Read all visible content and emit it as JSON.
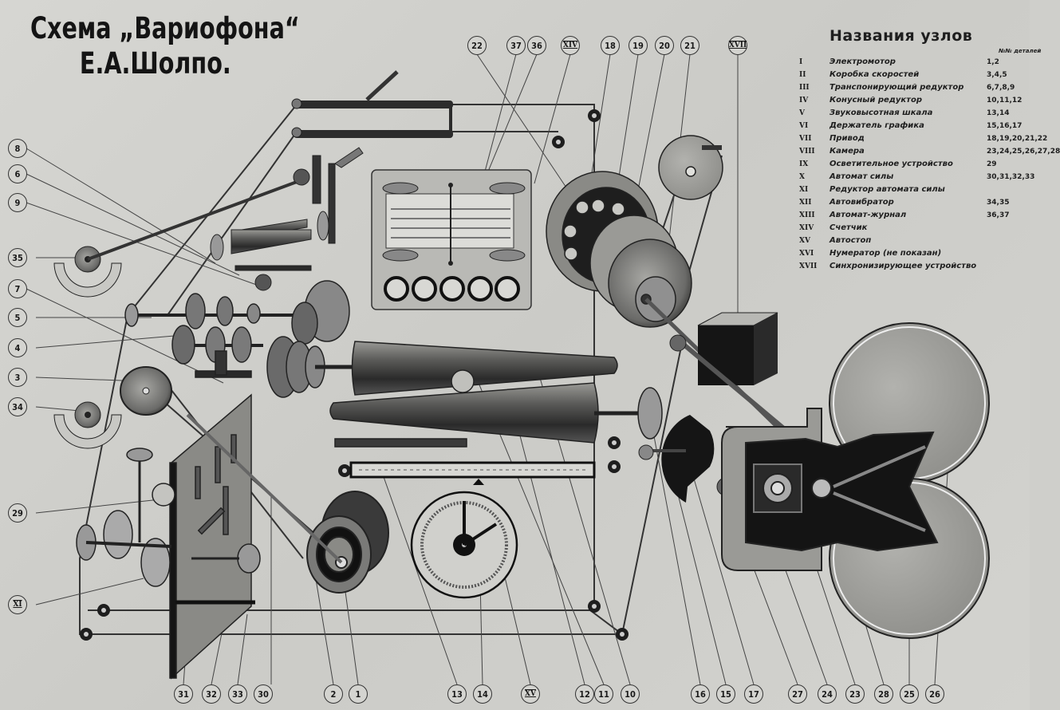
{
  "title": {
    "line1": "Схема „Вариофона“",
    "line2": "Е.А.Шолпо."
  },
  "legend": {
    "heading": "Названия узлов",
    "column_header": "№№ деталей",
    "rows": [
      {
        "roman": "I",
        "name": "Электромотор",
        "parts": "1,2"
      },
      {
        "roman": "II",
        "name": "Коробка скоростей",
        "parts": "3,4,5"
      },
      {
        "roman": "III",
        "name": "Транспонирующий редуктор",
        "parts": "6,7,8,9"
      },
      {
        "roman": "IV",
        "name": "Конусный редуктор",
        "parts": "10,11,12"
      },
      {
        "roman": "V",
        "name": "Звуковысотная шкала",
        "parts": "13,14"
      },
      {
        "roman": "VI",
        "name": "Держатель графика",
        "parts": "15,16,17"
      },
      {
        "roman": "VII",
        "name": "Привод",
        "parts": "18,19,20,21,22"
      },
      {
        "roman": "VIII",
        "name": "Камера",
        "parts": "23,24,25,26,27,28"
      },
      {
        "roman": "IX",
        "name": "Осветительное устройство",
        "parts": "29"
      },
      {
        "roman": "X",
        "name": "Автомат силы",
        "parts": "30,31,32,33"
      },
      {
        "roman": "XI",
        "name": "Редуктор автомата силы",
        "parts": ""
      },
      {
        "roman": "XII",
        "name": "Автовибратор",
        "parts": "34,35"
      },
      {
        "roman": "XIII",
        "name": "Автомат-журнал",
        "parts": "36,37"
      },
      {
        "roman": "XIV",
        "name": "Счетчик",
        "parts": ""
      },
      {
        "roman": "XV",
        "name": "Автостоп",
        "parts": ""
      },
      {
        "roman": "XVI",
        "name": "Нумератор      (не показан)",
        "parts": ""
      },
      {
        "roman": "XVII",
        "name": "Синхронизирующее устройство",
        "parts": ""
      }
    ]
  },
  "callouts": {
    "top": [
      "22",
      "37",
      "36",
      "XIV",
      "18",
      "19",
      "20",
      "21",
      "XVII"
    ],
    "left": [
      "8",
      "6",
      "9",
      "35",
      "7",
      "5",
      "4",
      "3",
      "34",
      "29",
      "XI"
    ],
    "bottom": [
      "31",
      "32",
      "33",
      "30",
      "2",
      "1",
      "13",
      "14",
      "XV",
      "12",
      "11",
      "10",
      "16",
      "15",
      "17",
      "27",
      "24",
      "23",
      "28",
      "25",
      "26"
    ]
  },
  "colors": {
    "paper": "#cfcfcb",
    "ink": "#1a1a1a",
    "metal_dark": "#3a3a3a",
    "metal_mid": "#7a7a78",
    "metal_light": "#b8b8b4"
  }
}
